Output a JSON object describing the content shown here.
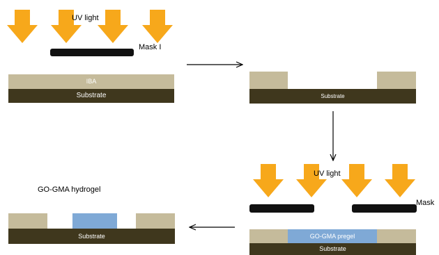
{
  "colors": {
    "uv_arrow": "#f7a81b",
    "substrate": "#3f371d",
    "iba_layer": "#c5bb9b",
    "mask": "#111111",
    "hydrogel": "#7fa9d6"
  },
  "icons": {
    "uv": "down-arrow-icon",
    "flow": "process-arrow-icon"
  },
  "step1": {
    "uv_label": "UV light",
    "mask_label": "Mask I",
    "layer_label": "IBA",
    "substrate_label": "Substrate"
  },
  "step2": {
    "substrate_label": "Substrate"
  },
  "step3": {
    "uv_label": "UV light",
    "mask_label": "Mask",
    "pregel_label": "GO-GMA pregel",
    "substrate_label": "Substrate"
  },
  "step4": {
    "title": "GO-GMA hydrogel",
    "substrate_label": "Substrate"
  }
}
